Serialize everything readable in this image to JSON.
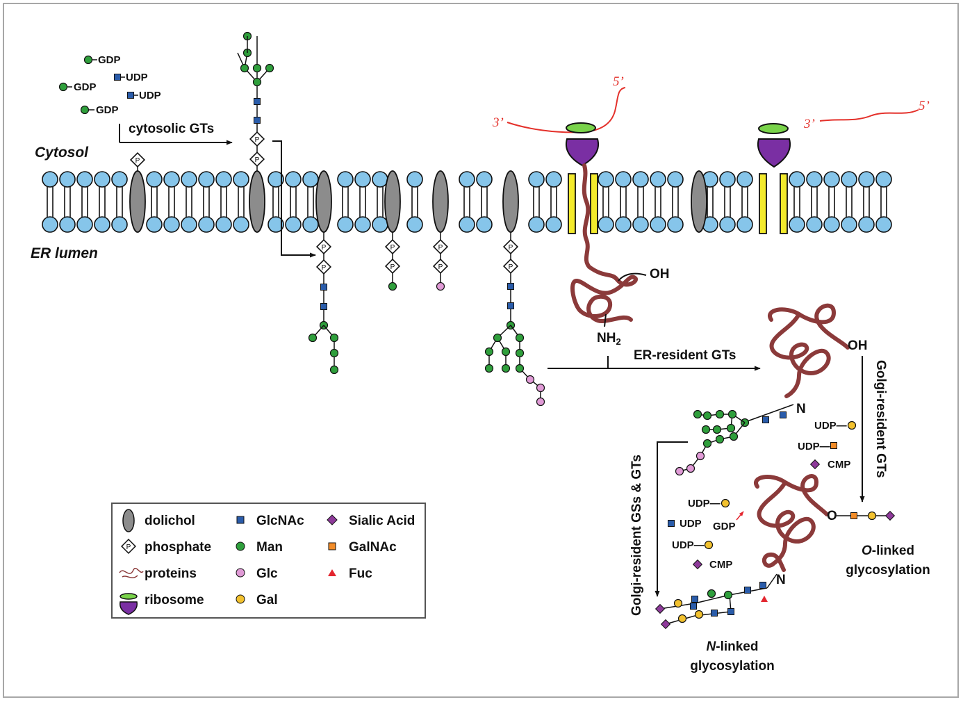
{
  "colors": {
    "head": "#86c5ea",
    "dolichol": "#8c8c8c",
    "glcnac": "#2a5caa",
    "man": "#2f9f3c",
    "glc": "#e09ad6",
    "gal": "#f2c12e",
    "galnac": "#f28c28",
    "sialic": "#8e3a9a",
    "fuc": "#e3262f",
    "ribo_top": "#79d34a",
    "ribo_bottom": "#7a2fa3",
    "protein": "#8b3a3a",
    "mrna": "#e4312b",
    "translocon": "#f3ea2c"
  },
  "regions": {
    "cytosol": "Cytosol",
    "er_lumen": "ER lumen"
  },
  "donors": {
    "gdp": "GDP",
    "udp": "UDP",
    "cmp": "CMP",
    "phosphate_symbol": "P",
    "udp_dash": "UDP—"
  },
  "mrna": {
    "three_prime": "3’",
    "five_prime": "5’"
  },
  "arrows": {
    "cytosolic_gts": "cytosolic GTs",
    "er_resident_gts": "ER-resident GTs",
    "golgi_resident_gts": "Golgi-resident GTs",
    "golgi_resident_gss_gts": "Golgi-resident GSs & GTs"
  },
  "protein_labels": {
    "oh": "OH",
    "nh2": "NH",
    "nh2_sub": "2",
    "n": "N",
    "o": "O"
  },
  "outcomes": {
    "o_linked_prefix": "O",
    "o_linked_suffix": "-linked",
    "o_linked_line2": "glycosylation",
    "n_linked_prefix": "N",
    "n_linked_suffix": "-linked",
    "n_linked_line2": "glycosylation"
  },
  "legend": {
    "col1": [
      "dolichol",
      "phosphate",
      "proteins",
      "ribosome"
    ],
    "col2": [
      "GlcNAc",
      "Man",
      "Glc",
      "Gal"
    ],
    "col3": [
      "Sialic Acid",
      "GalNAc",
      "Fuc"
    ]
  }
}
